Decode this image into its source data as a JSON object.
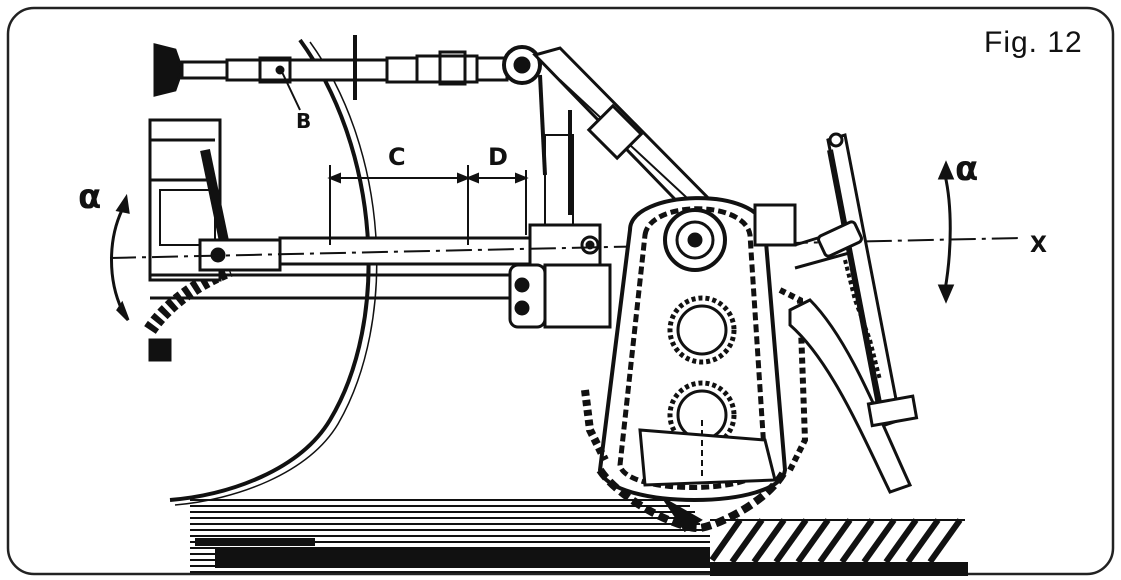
{
  "figure": {
    "label": "Fig. 12"
  },
  "callouts": {
    "b": "B",
    "c": "C",
    "d": "D",
    "alpha_left": "α",
    "alpha_right": "α",
    "axis_x": "X"
  },
  "colors": {
    "ink": "#111111",
    "paper": "#ffffff",
    "frame": "#222222"
  }
}
